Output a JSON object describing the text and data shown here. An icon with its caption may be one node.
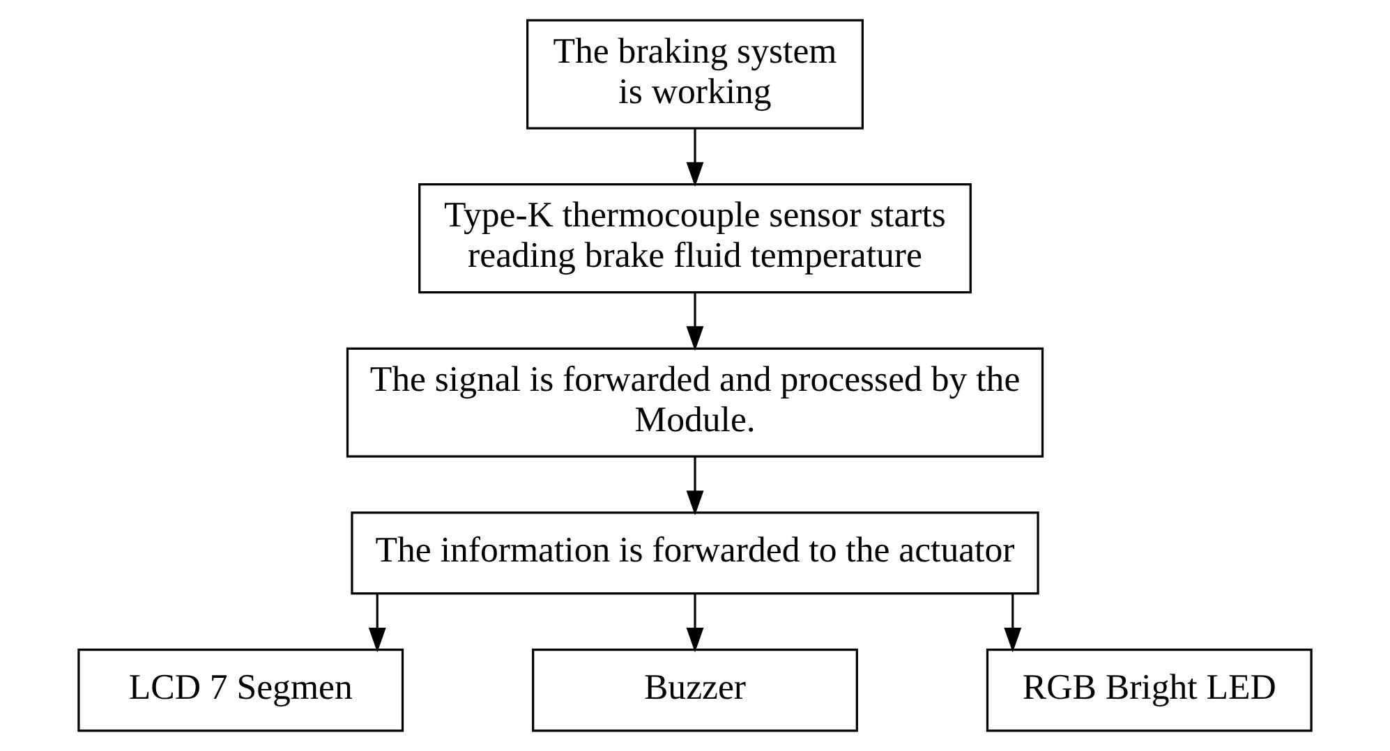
{
  "diagram": {
    "nodes": [
      {
        "text": [
          "The braking system is working"
        ]
      },
      {
        "text": [
          "Type-K thermocouple sensor starts reading brake fluid temperature"
        ]
      },
      {
        "text": [
          "The signal is forwarded and processed by the Module."
        ]
      },
      {
        "text": [
          "The information is forwarded to the actuator"
        ]
      },
      {
        "text": [
          "LCD 7 Segmen"
        ]
      },
      {
        "text": [
          "Buzzer"
        ]
      },
      {
        "text": [
          "RGB Bright LED"
        ]
      }
    ],
    "edges": [
      {
        "from": 0,
        "to": 1,
        "arrow": "to"
      },
      {
        "from": 1,
        "to": 2,
        "arrow": "to"
      },
      {
        "from": 2,
        "to": 3,
        "arrow": "to"
      },
      {
        "from": 3,
        "to": 4,
        "arrow": "to"
      },
      {
        "from": 3,
        "to": 5,
        "arrow": "to"
      },
      {
        "from": 3,
        "to": 6,
        "arrow": "to"
      }
    ]
  }
}
